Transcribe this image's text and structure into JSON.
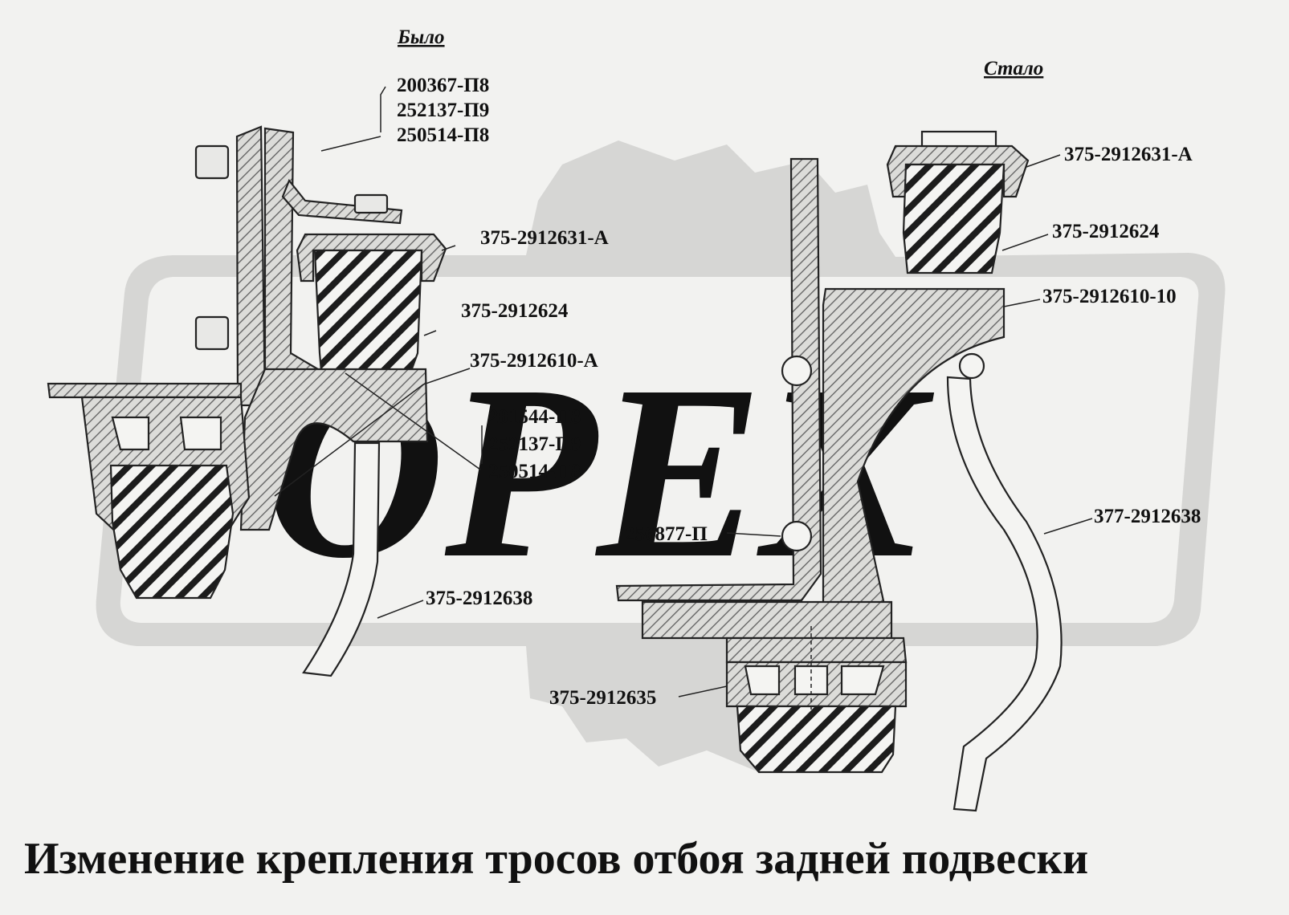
{
  "title": "Изменение крепления тросов отбоя задней подвески",
  "before": {
    "heading": "Было",
    "labels": [
      "200367-П8",
      "252137-П9",
      "250514-П8",
      "375-2912631-А",
      "375-2912624",
      "375-2912610-А",
      "201544-П8",
      "252137-П9",
      "250514-П8",
      "375-2912638"
    ]
  },
  "after": {
    "heading": "Стало",
    "labels": [
      "375-2912631-А",
      "375-2912624",
      "375-2912610-10",
      "377-2912638",
      "256877-П",
      "375-2912635"
    ]
  },
  "watermark": "ОРЕХ",
  "colors": {
    "background": "#f2f2f0",
    "watermark": "#d6d6d4",
    "metal": "#dcdcd9",
    "ink": "#222222"
  }
}
